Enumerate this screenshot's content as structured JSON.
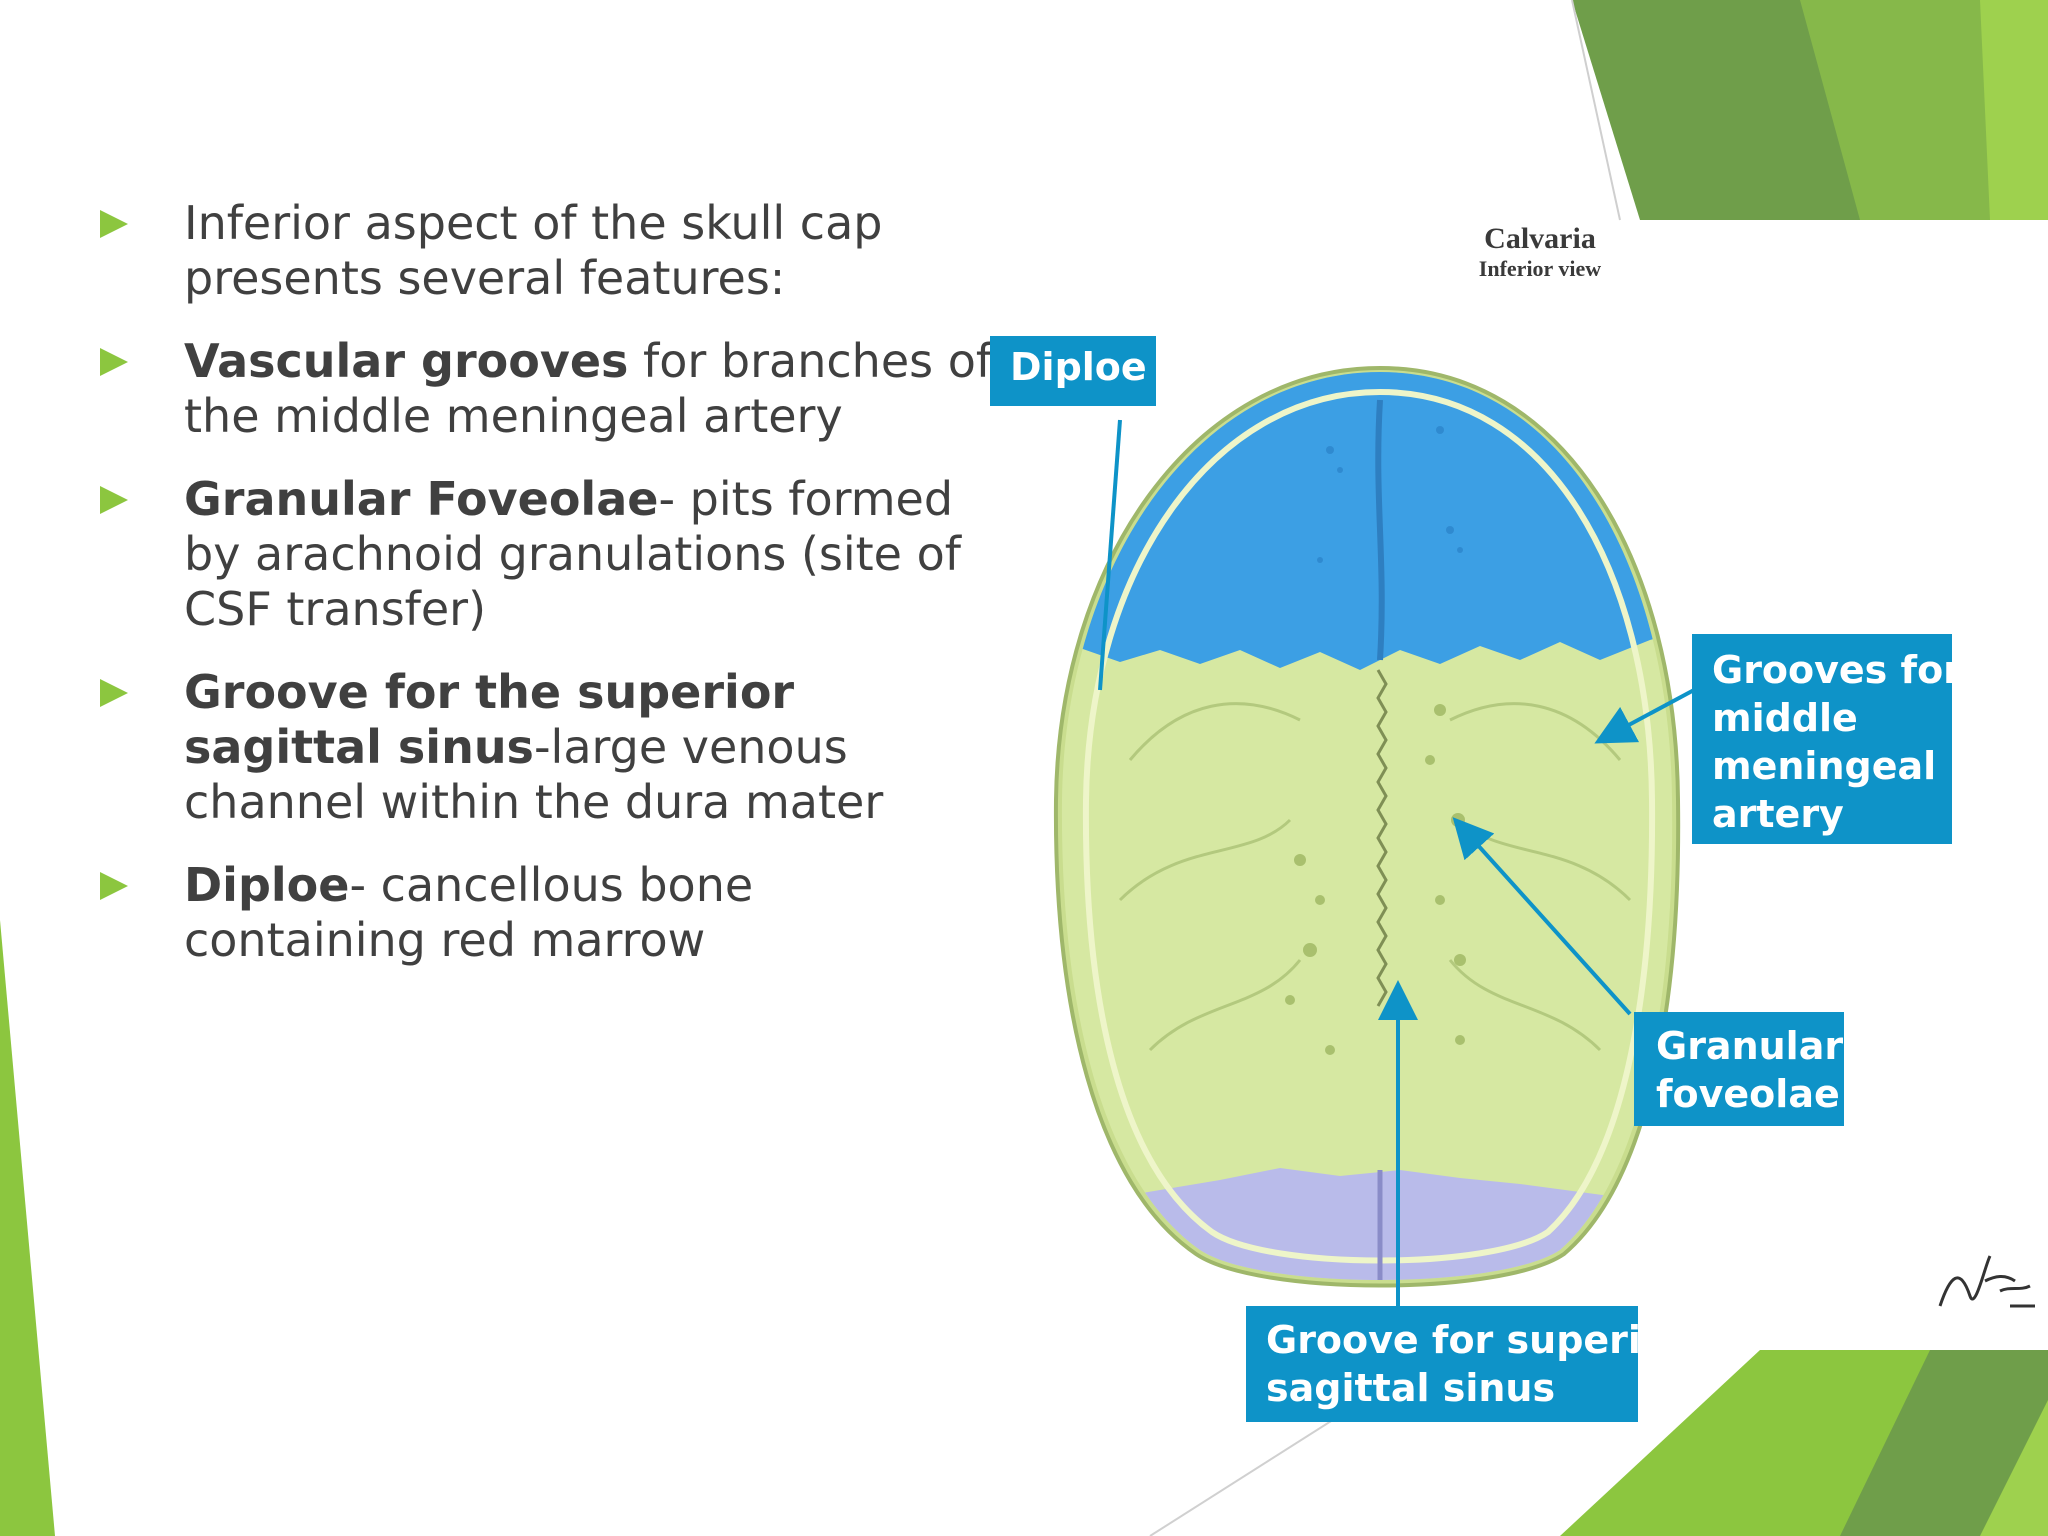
{
  "bullets": [
    {
      "bold": "",
      "rest": "Inferior aspect of the skull cap presents several features:"
    },
    {
      "bold": "Vascular grooves",
      "rest": " for branches of the middle meningeal artery"
    },
    {
      "bold": "Granular Foveolae",
      "rest": "- pits formed by arachnoid granulations (site of CSF transfer)"
    },
    {
      "bold": "Groove for the superior sagittal sinus",
      "rest": "-large venous channel within the dura mater"
    },
    {
      "bold": "Diploe",
      "rest": "- cancellous bone containing red marrow"
    }
  ],
  "figure": {
    "title": "Calvaria",
    "subtitle": "Inferior view",
    "signature": "F. Netter M.D.",
    "labels": {
      "diploe": "Diploe",
      "grooves_line1": "Grooves for",
      "grooves_line2": "middle",
      "grooves_line3": "meningeal",
      "grooves_line4": "artery",
      "granular_line1": "Granular",
      "granular_line2": "foveolae",
      "sagittal_line1": "Groove for superior",
      "sagittal_line2": "sagittal sinus"
    }
  },
  "colors": {
    "accent_green": "#8cc63f",
    "dark_green": "#5a9a3a",
    "label_blue": "#0e93c8",
    "bone_blue": "#3b9fe0",
    "bone_green": "#d4e6a0",
    "bone_lavender": "#b8b8e8",
    "text": "#404040"
  }
}
